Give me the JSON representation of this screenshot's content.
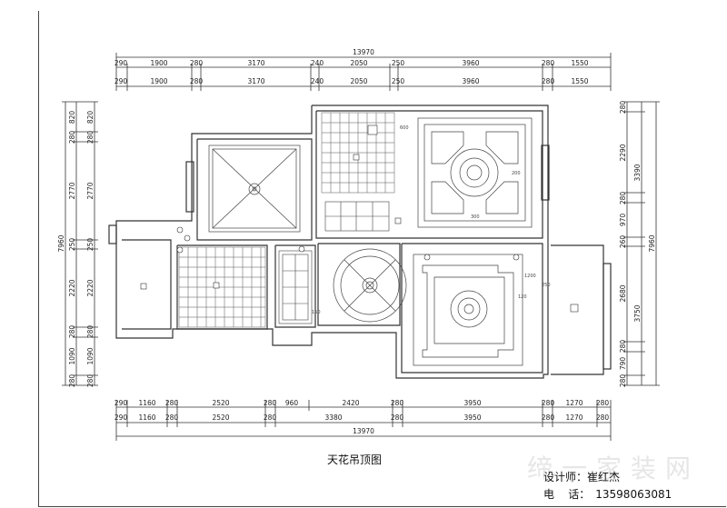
{
  "title": "天花吊顶图",
  "designer": {
    "label": "设计师：",
    "name": "崔红杰"
  },
  "phone": {
    "label": "电    话：",
    "number": "13598063081"
  },
  "watermark": "缔一家装网",
  "dims": {
    "top_total": "13970",
    "top_row": [
      "290",
      "1900",
      "280",
      "3170",
      "240",
      "2050",
      "250",
      "3960",
      "280",
      "1550"
    ],
    "bottom_row1": [
      "290",
      "1160",
      "280",
      "2520",
      "280",
      "960",
      "2420",
      "280",
      "3950",
      "280",
      "1270",
      "280"
    ],
    "bottom_row2": [
      "290",
      "1160",
      "280",
      "2520",
      "280",
      "3380",
      "280",
      "3950",
      "280",
      "1270",
      "280"
    ],
    "bottom_total": "13970",
    "left_total": "7960",
    "left_col": [
      "820",
      "280",
      "2770",
      "250",
      "2220",
      "280",
      "1090",
      "280"
    ],
    "right_total": "7960",
    "right_col1": [
      "280",
      "2290",
      "280",
      "970",
      "260",
      "2680",
      "280",
      "790",
      "280"
    ],
    "right_col2": [
      "3390",
      "3750"
    ]
  },
  "room_labels": {
    "r600": "600",
    "r300": "300",
    "r200": "200",
    "r120": "120",
    "r1200": "1200",
    "r250": "250",
    "r150": "150"
  }
}
